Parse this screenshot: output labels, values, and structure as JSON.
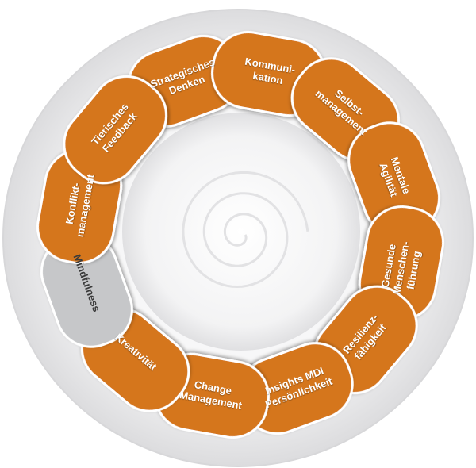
{
  "colors": {
    "segment_fill": "#d5761d",
    "segment_stroke": "#ffffff",
    "highlight_fill": "#c6c7c9",
    "ring_outer": "#f2f2f3",
    "ring_inner": "#e4e4e6"
  },
  "segments": [
    {
      "label": "Strategisches\nDenken",
      "highlight": false
    },
    {
      "label": "Kommuni-\nkation",
      "highlight": false
    },
    {
      "label": "Selbst-\nmanagement",
      "highlight": false
    },
    {
      "label": "Mentale\nAgilität",
      "highlight": false
    },
    {
      "label": "Gesunde\nMenschen-\nführung",
      "highlight": false
    },
    {
      "label": "Resilienz-\nfähigkeit",
      "highlight": false
    },
    {
      "label": "Insights MDI\nPersönlichkeit",
      "highlight": false
    },
    {
      "label": "Change\nManagement",
      "highlight": false
    },
    {
      "label": "Kreativität",
      "highlight": false
    },
    {
      "label": "Mindfulness",
      "highlight": true
    },
    {
      "label": "Konflikt-\nmanagement",
      "highlight": false
    },
    {
      "label": "Tierisches\nFeedback",
      "highlight": false
    }
  ]
}
